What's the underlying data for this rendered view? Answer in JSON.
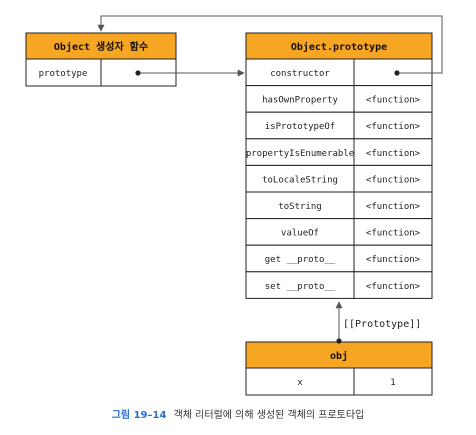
{
  "colors": {
    "header_fill": "#f6a623",
    "caption_accent": "#2e6fd6",
    "caption_text": "#333333"
  },
  "constructor_box": {
    "title": "Object 생성자 함수",
    "rows": [
      {
        "key": "prototype",
        "value": ""
      }
    ]
  },
  "prototype_box": {
    "title": "Object.prototype",
    "rows": [
      {
        "key": "constructor",
        "value": ""
      },
      {
        "key": "hasOwnProperty",
        "value": "<function>"
      },
      {
        "key": "isPrototypeOf",
        "value": "<function>"
      },
      {
        "key": "propertyIsEnumerable",
        "value": "<function>"
      },
      {
        "key": "toLocaleString",
        "value": "<function>"
      },
      {
        "key": "toString",
        "value": "<function>"
      },
      {
        "key": "valueOf",
        "value": "<function>"
      },
      {
        "key": "get __proto__",
        "value": "<function>"
      },
      {
        "key": "set __proto__",
        "value": "<function>"
      }
    ]
  },
  "obj_box": {
    "title": "obj",
    "rows": [
      {
        "key": "x",
        "value": "1"
      }
    ]
  },
  "link_label": "[[Prototype]]",
  "caption": {
    "figure_no": "그림 19–14",
    "text": "객체 리터럴에 의해 생성된 객체의 프로토타입"
  }
}
